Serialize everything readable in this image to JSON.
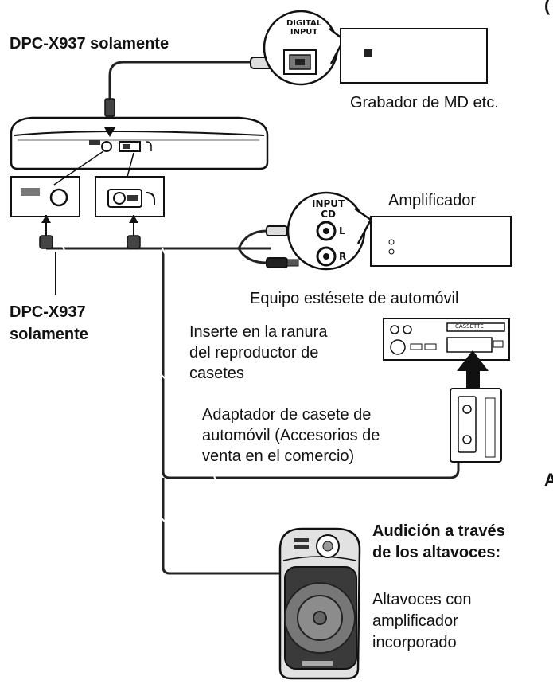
{
  "labels": {
    "dpc_top": "DPC-X937 solamente",
    "md_recorder": "Grabador de MD etc.",
    "amplifier": "Amplificador",
    "car_stereo": "Equipo estésete de automóvil",
    "insert_slot": [
      "Inserte en la ranura",
      "del reproductor de",
      "casetes"
    ],
    "cassette_adapter": [
      "Adaptador de casete de",
      "automóvil (Accesorios de",
      "venta en el comercio)"
    ],
    "dpc_left": [
      "DPC-X937",
      "solamente"
    ],
    "speakers_title": [
      "Audición a través",
      "de los altavoces:"
    ],
    "speakers_desc": [
      "Altavoces con",
      "amplificador",
      "incorporado"
    ],
    "corner_top": "(",
    "corner_mid": "A"
  },
  "device_text": {
    "digital_input": [
      "DIGITAL",
      "INPUT"
    ],
    "input_cd": [
      "INPUT",
      "CD"
    ],
    "channel_l": "L",
    "channel_r": "R",
    "cassette_slot": "CASSETTE"
  },
  "colors": {
    "line": "#111111",
    "fill_light": "#e8e8e8",
    "fill_mid": "#9a9a9a",
    "fill_dark": "#333333"
  }
}
